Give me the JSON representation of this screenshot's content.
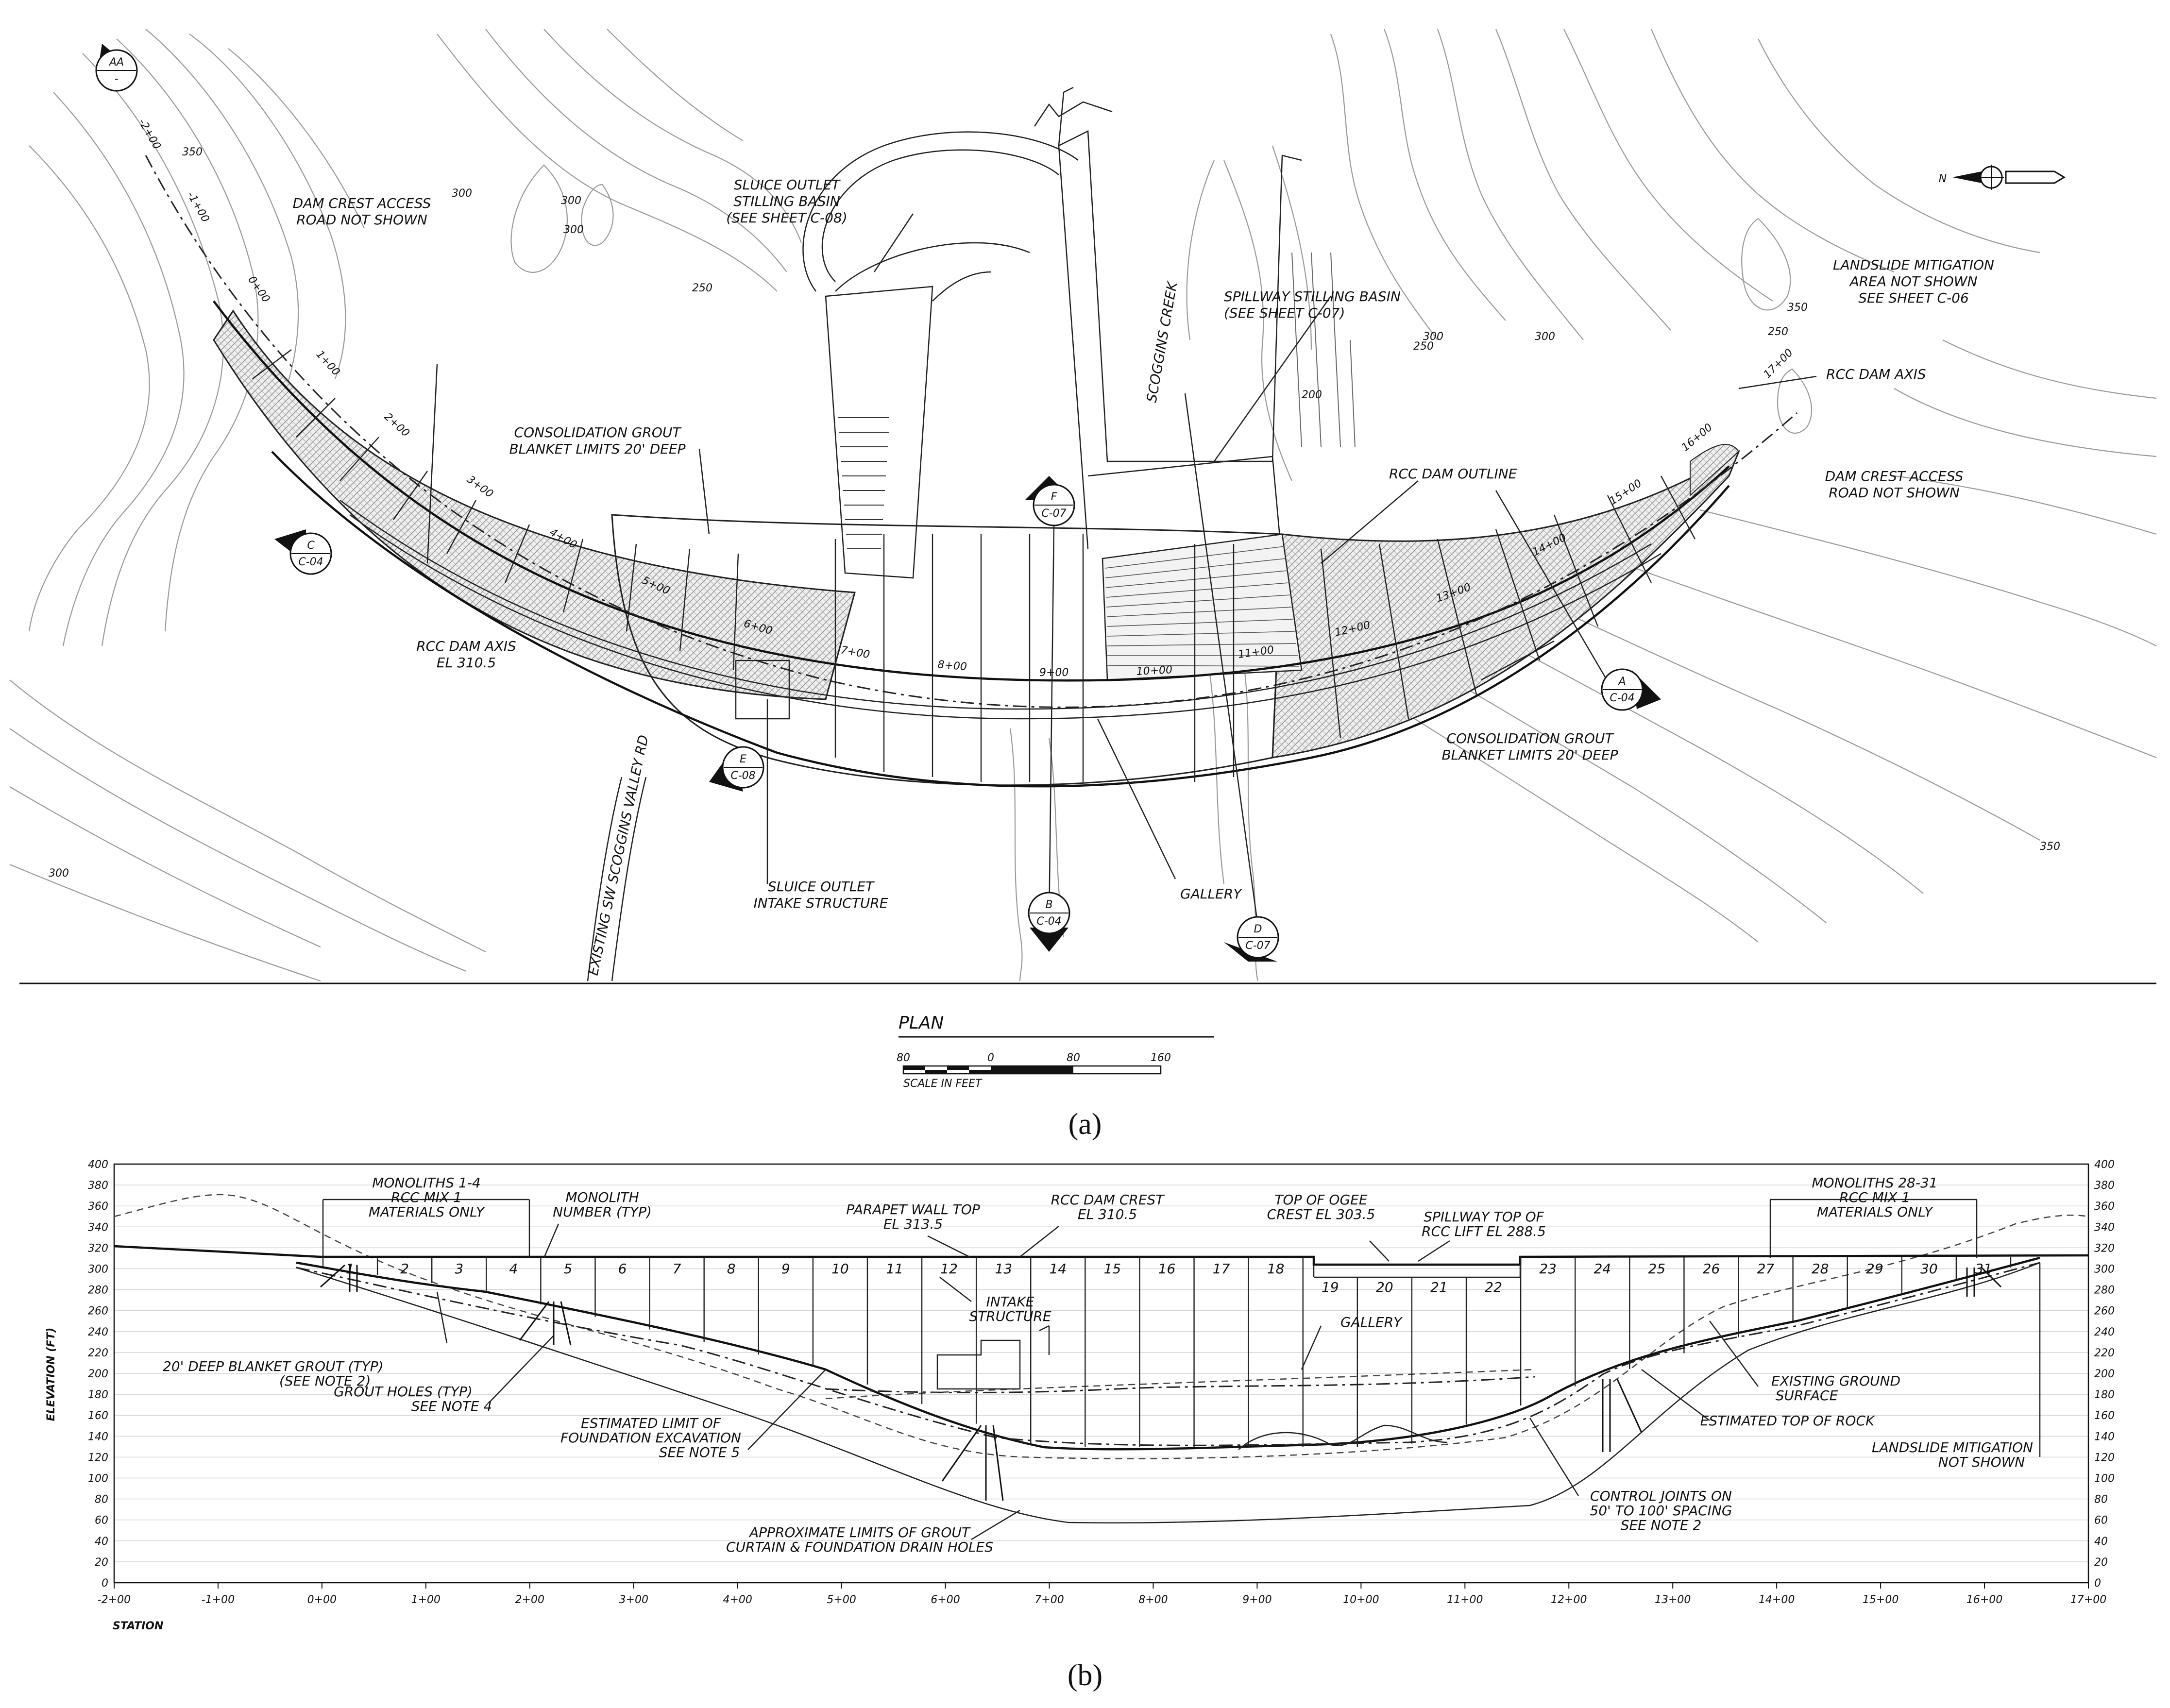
{
  "plan": {
    "title": "PLAN",
    "scale_ticks": [
      "80",
      "0",
      "80",
      "160"
    ],
    "scale_caption": "SCALE IN FEET",
    "north_label": "N",
    "labels": {
      "dam_crest_access_left": [
        "DAM CREST ACCESS",
        "ROAD NOT SHOWN"
      ],
      "sluice_outlet_stilling": [
        "SLUICE OUTLET",
        "STILLING BASIN",
        "(SEE SHEET C-08)"
      ],
      "spillway_stilling": [
        "SPILLWAY STILLING BASIN",
        "(SEE SHEET C-07)"
      ],
      "landslide": [
        "LANDSLIDE MITIGATION",
        "AREA NOT SHOWN",
        "SEE SHEET C-06"
      ],
      "rcc_dam_axis_right": "RCC DAM AXIS",
      "dam_crest_access_right": [
        "DAM CREST ACCESS",
        "ROAD NOT SHOWN"
      ],
      "consolidation_top": [
        "CONSOLIDATION GROUT",
        "BLANKET LIMITS 20' DEEP"
      ],
      "rcc_dam_outline": "RCC DAM OUTLINE",
      "rcc_dam_axis_left": [
        "RCC DAM AXIS",
        "EL 310.5"
      ],
      "consolidation_bottom": [
        "CONSOLIDATION GROUT",
        "BLANKET LIMITS 20' DEEP"
      ],
      "sluice_intake": [
        "SLUICE OUTLET",
        "INTAKE STRUCTURE"
      ],
      "gallery": "GALLERY",
      "scoggins_creek": "SCOGGINS CREEK",
      "road": "EXISTING SW SCOGGINS VALLEY RD"
    },
    "contour_labels": [
      "350",
      "300",
      "300",
      "300",
      "250",
      "300",
      "250",
      "200",
      "300",
      "250",
      "350",
      "350",
      "300"
    ],
    "stations": [
      "-2+00",
      "-1+00",
      "0+00",
      "1+00",
      "2+00",
      "3+00",
      "4+00",
      "5+00",
      "6+00",
      "7+00",
      "8+00",
      "9+00",
      "10+00",
      "11+00",
      "12+00",
      "13+00",
      "14+00",
      "15+00",
      "16+00",
      "17+00"
    ],
    "section_markers": [
      {
        "letter": "AA",
        "sheet": "-"
      },
      {
        "letter": "C",
        "sheet": "C-04"
      },
      {
        "letter": "F",
        "sheet": "C-07"
      },
      {
        "letter": "E",
        "sheet": "C-08"
      },
      {
        "letter": "B",
        "sheet": "C-04"
      },
      {
        "letter": "D",
        "sheet": "C-07"
      },
      {
        "letter": "A",
        "sheet": "C-04"
      }
    ],
    "caption": "(a)"
  },
  "profile": {
    "y_axis_label": "ELEVATION (FT)",
    "x_axis_label": "STATION",
    "y_ticks": [
      "0",
      "20",
      "40",
      "60",
      "80",
      "100",
      "120",
      "140",
      "160",
      "180",
      "200",
      "220",
      "240",
      "260",
      "280",
      "300",
      "320",
      "340",
      "360",
      "380",
      "400"
    ],
    "x_ticks": [
      "-2+00",
      "-1+00",
      "0+00",
      "1+00",
      "2+00",
      "3+00",
      "4+00",
      "5+00",
      "6+00",
      "7+00",
      "8+00",
      "9+00",
      "10+00",
      "11+00",
      "12+00",
      "13+00",
      "14+00",
      "15+00",
      "16+00",
      "17+00"
    ],
    "monoliths": [
      "1",
      "2",
      "3",
      "4",
      "5",
      "6",
      "7",
      "8",
      "9",
      "10",
      "11",
      "12",
      "13",
      "14",
      "15",
      "16",
      "17",
      "18",
      "19",
      "20",
      "21",
      "22",
      "23",
      "24",
      "25",
      "26",
      "27",
      "28",
      "29",
      "30",
      "31"
    ],
    "labels": {
      "monoliths_left": [
        "MONOLITHS 1-4",
        "RCC MIX 1",
        "MATERIALS ONLY"
      ],
      "monolith_number": [
        "MONOLITH",
        "NUMBER (TYP)"
      ],
      "parapet": [
        "PARAPET WALL TOP",
        "EL 313.5"
      ],
      "rcc_crest": [
        "RCC DAM CREST",
        "EL 310.5"
      ],
      "ogee": [
        "TOP OF OGEE",
        "CREST EL 303.5"
      ],
      "spillway_top": [
        "SPILLWAY TOP OF",
        "RCC LIFT EL 288.5"
      ],
      "monoliths_right": [
        "MONOLITHS 28-31",
        "RCC MIX 1",
        "MATERIALS ONLY"
      ],
      "intake": [
        "INTAKE",
        "STRUCTURE"
      ],
      "gallery": "GALLERY",
      "blanket_grout": [
        "20' DEEP BLANKET GROUT (TYP)",
        "(SEE NOTE 2)"
      ],
      "grout_holes": [
        "GROUT HOLES (TYP)",
        "SEE NOTE 4"
      ],
      "excavation": [
        "ESTIMATED LIMIT OF",
        "FOUNDATION EXCAVATION",
        "SEE NOTE 5"
      ],
      "existing_ground": [
        "EXISTING GROUND",
        "SURFACE"
      ],
      "top_of_rock": "ESTIMATED TOP OF ROCK",
      "landslide": [
        "LANDSLIDE MITIGATION",
        "NOT SHOWN"
      ],
      "control_joints": [
        "CONTROL JOINTS ON",
        "50' TO 100' SPACING",
        "SEE NOTE 2"
      ],
      "grout_curtain": [
        "APPROXIMATE LIMITS OF GROUT",
        "CURTAIN & FOUNDATION DRAIN HOLES"
      ]
    },
    "caption": "(b)"
  }
}
